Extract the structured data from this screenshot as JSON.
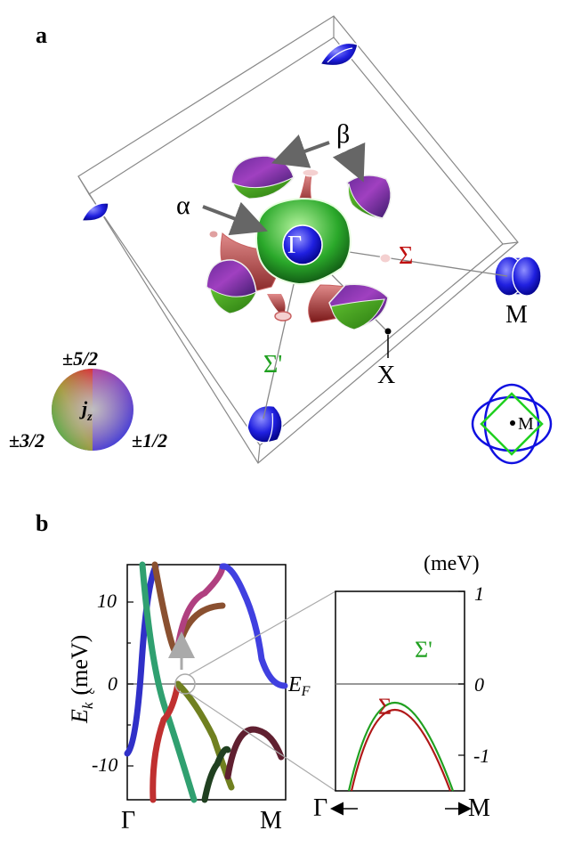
{
  "panel_a": {
    "label": "a",
    "labels": {
      "beta": "β",
      "alpha": "α",
      "gamma": "Γ",
      "sigma": "Σ",
      "sigma_prime": "Σ'",
      "m": "M",
      "x": "X",
      "inset_m": "M"
    },
    "jz_legend": {
      "center": "j",
      "center_sub": "z",
      "top": "±5/2",
      "left": "±3/2",
      "right": "±1/2"
    },
    "colors": {
      "blue_pocket": "#1a1ae0",
      "green_sheet": "#2fb82f",
      "red_sheet": "#b03030",
      "sigma_label": "#c01010",
      "sigma_prime_label": "#20a020",
      "inset_square": "#20d020",
      "inset_curves": "#1010e0"
    }
  },
  "panel_b": {
    "label": "b",
    "left_chart": {
      "ylabel_main": "E",
      "ylabel_sub": "k",
      "ylabel_unit": "(meV)",
      "xticks": [
        "Γ",
        "M"
      ],
      "yticks": [
        "10",
        "0",
        "-10"
      ]
    },
    "right_chart": {
      "unit": "(meV)",
      "yticks": [
        "1",
        "0",
        "-1"
      ],
      "ef_main": "E",
      "ef_sub": "F",
      "x_left": "Γ",
      "x_right": "M",
      "series": [
        {
          "name": "Σ'",
          "color": "#20a020"
        },
        {
          "name": "Σ",
          "color": "#b01818"
        }
      ]
    }
  }
}
